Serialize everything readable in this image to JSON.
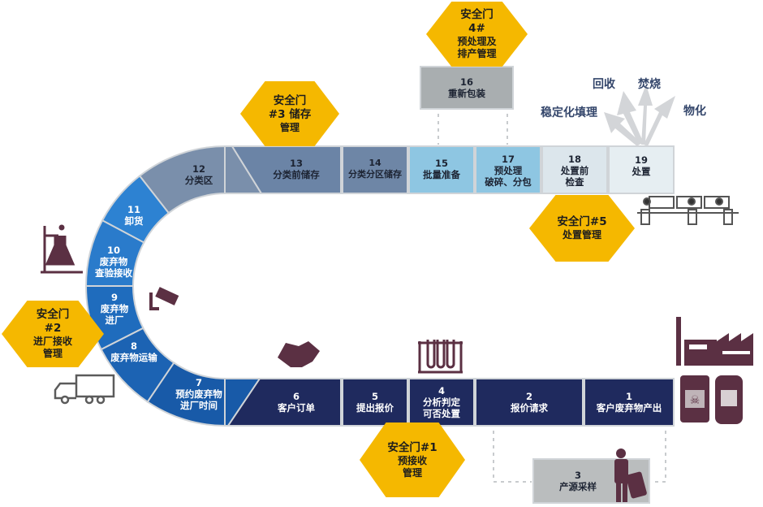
{
  "steps": {
    "s1": {
      "num": "1",
      "text": "客户废弃物产出"
    },
    "s2": {
      "num": "2",
      "text": "报价请求"
    },
    "s3": {
      "num": "3",
      "text": "产源采样"
    },
    "s4": {
      "num": "4",
      "text1": "分析判定",
      "text2": "可否处置"
    },
    "s5": {
      "num": "5",
      "text": "提出报价"
    },
    "s6": {
      "num": "6",
      "text": "客户订单"
    },
    "s7": {
      "num": "7",
      "text1": "预约废弃物",
      "text2": "进厂时间"
    },
    "s8": {
      "num": "8",
      "text": "废弃物运输"
    },
    "s9": {
      "num": "9",
      "text1": "废弃物",
      "text2": "进厂"
    },
    "s10": {
      "num": "10",
      "text1": "废弃物",
      "text2": "查验接收"
    },
    "s11": {
      "num": "11",
      "text": "卸货"
    },
    "s12": {
      "num": "12",
      "text": "分类区"
    },
    "s13": {
      "num": "13",
      "text": "分类前储存"
    },
    "s14": {
      "num": "14",
      "text": "分类分区储存"
    },
    "s15": {
      "num": "15",
      "text": "批量准备"
    },
    "s16": {
      "num": "16",
      "text": "重新包装"
    },
    "s17": {
      "num": "17",
      "text1": "预处理",
      "text2": "破碎、分包"
    },
    "s18": {
      "num": "18",
      "text1": "处置前",
      "text2": "检查"
    },
    "s19": {
      "num": "19",
      "text": "处置"
    }
  },
  "gates": {
    "g1": {
      "l1": "安全门#1",
      "l2": "预接收",
      "l3": "管理"
    },
    "g2": {
      "l1": "安全门",
      "l2": "#2",
      "l3": "进厂接收",
      "l4": "管理"
    },
    "g3": {
      "l1": "安全门",
      "l2": "#3 储存",
      "l3": "管理"
    },
    "g4": {
      "l1": "安全门",
      "l2": "4#",
      "l3": "预处理及",
      "l4": "排产管理"
    },
    "g5": {
      "l1": "安全门#5",
      "l2": "处置管理"
    }
  },
  "outcomes": {
    "recycle": "回收",
    "incinerate": "焚烧",
    "landfill": "稳定化填理",
    "physchem": "物化"
  },
  "colors": {
    "navy": "#1f2a5e",
    "gate": "#f5b800",
    "icon": "#5b3043"
  }
}
